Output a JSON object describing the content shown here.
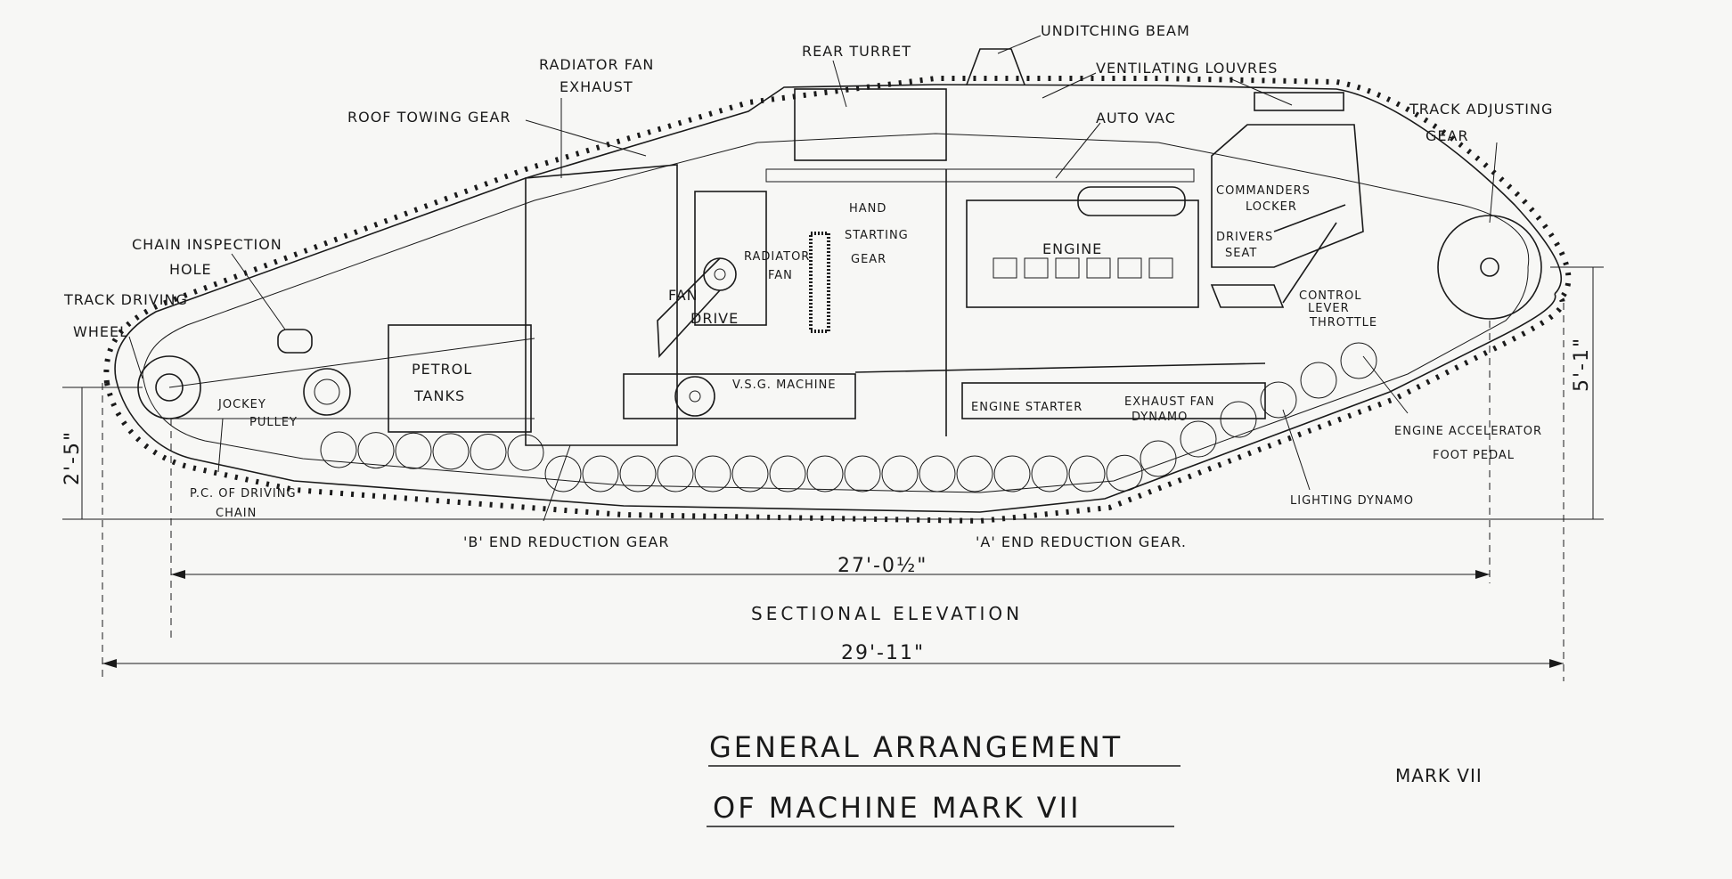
{
  "labels": {
    "rear_turret": "REAR TURRET",
    "unditching_beam": "UNDITCHING BEAM",
    "ventilating_louvres": "VENTILATING LOUVRES",
    "radiator_fan_exhaust_1": "RADIATOR FAN",
    "radiator_fan_exhaust_2": "EXHAUST",
    "roof_towing_gear": "ROOF TOWING GEAR",
    "auto_vac": "AUTO VAC",
    "track_adjusting_1": "TRACK ADJUSTING",
    "track_adjusting_2": "GEAR",
    "commanders_locker_1": "COMMANDERS",
    "commanders_locker_2": "LOCKER",
    "drivers_seat_1": "DRIVERS",
    "drivers_seat_2": "SEAT",
    "hand_starting_1": "HAND",
    "hand_starting_2": "STARTING",
    "hand_starting_3": "GEAR",
    "engine": "ENGINE",
    "chain_inspection_1": "CHAIN INSPECTION",
    "chain_inspection_2": "HOLE",
    "track_driving_1": "TRACK DRIVING",
    "track_driving_2": "WHEEL",
    "radiator_fan_1": "RADIATOR",
    "radiator_fan_2": "FAN",
    "fan_drive_1": "FAN",
    "fan_drive_2": "DRIVE",
    "control_lever_1": "CONTROL",
    "control_lever_2": "LEVER",
    "control_lever_3": "THROTTLE",
    "petrol_tanks_1": "PETROL",
    "petrol_tanks_2": "TANKS",
    "vsg_machine": "V.S.G. MACHINE",
    "engine_starter": "ENGINE STARTER",
    "exhaust_fan_1": "EXHAUST FAN",
    "exhaust_fan_2": "DYNAMO",
    "jockey_pulley_1": "JOCKEY",
    "jockey_pulley_2": "PULLEY",
    "engine_accelerator_1": "ENGINE ACCELERATOR",
    "engine_accelerator_2": "FOOT PEDAL",
    "pc_driving_chain_1": "P.C. OF DRIVING",
    "pc_driving_chain_2": "CHAIN",
    "lighting_dynamo": "LIGHTING DYNAMO",
    "b_end_reduction": "'B' END REDUCTION GEAR",
    "a_end_reduction": "'A' END REDUCTION GEAR."
  },
  "dimensions": {
    "height_rear": "2'-5\"",
    "height_front": "5'-1\"",
    "length_inner": "27'-0½\"",
    "length_overall": "29'-11\""
  },
  "captions": {
    "sectional_elevation": "SECTIONAL ELEVATION",
    "title_line1": "GENERAL ARRANGEMENT",
    "title_line2": "OF MACHINE MARK VII",
    "mark": "MARK VII"
  }
}
